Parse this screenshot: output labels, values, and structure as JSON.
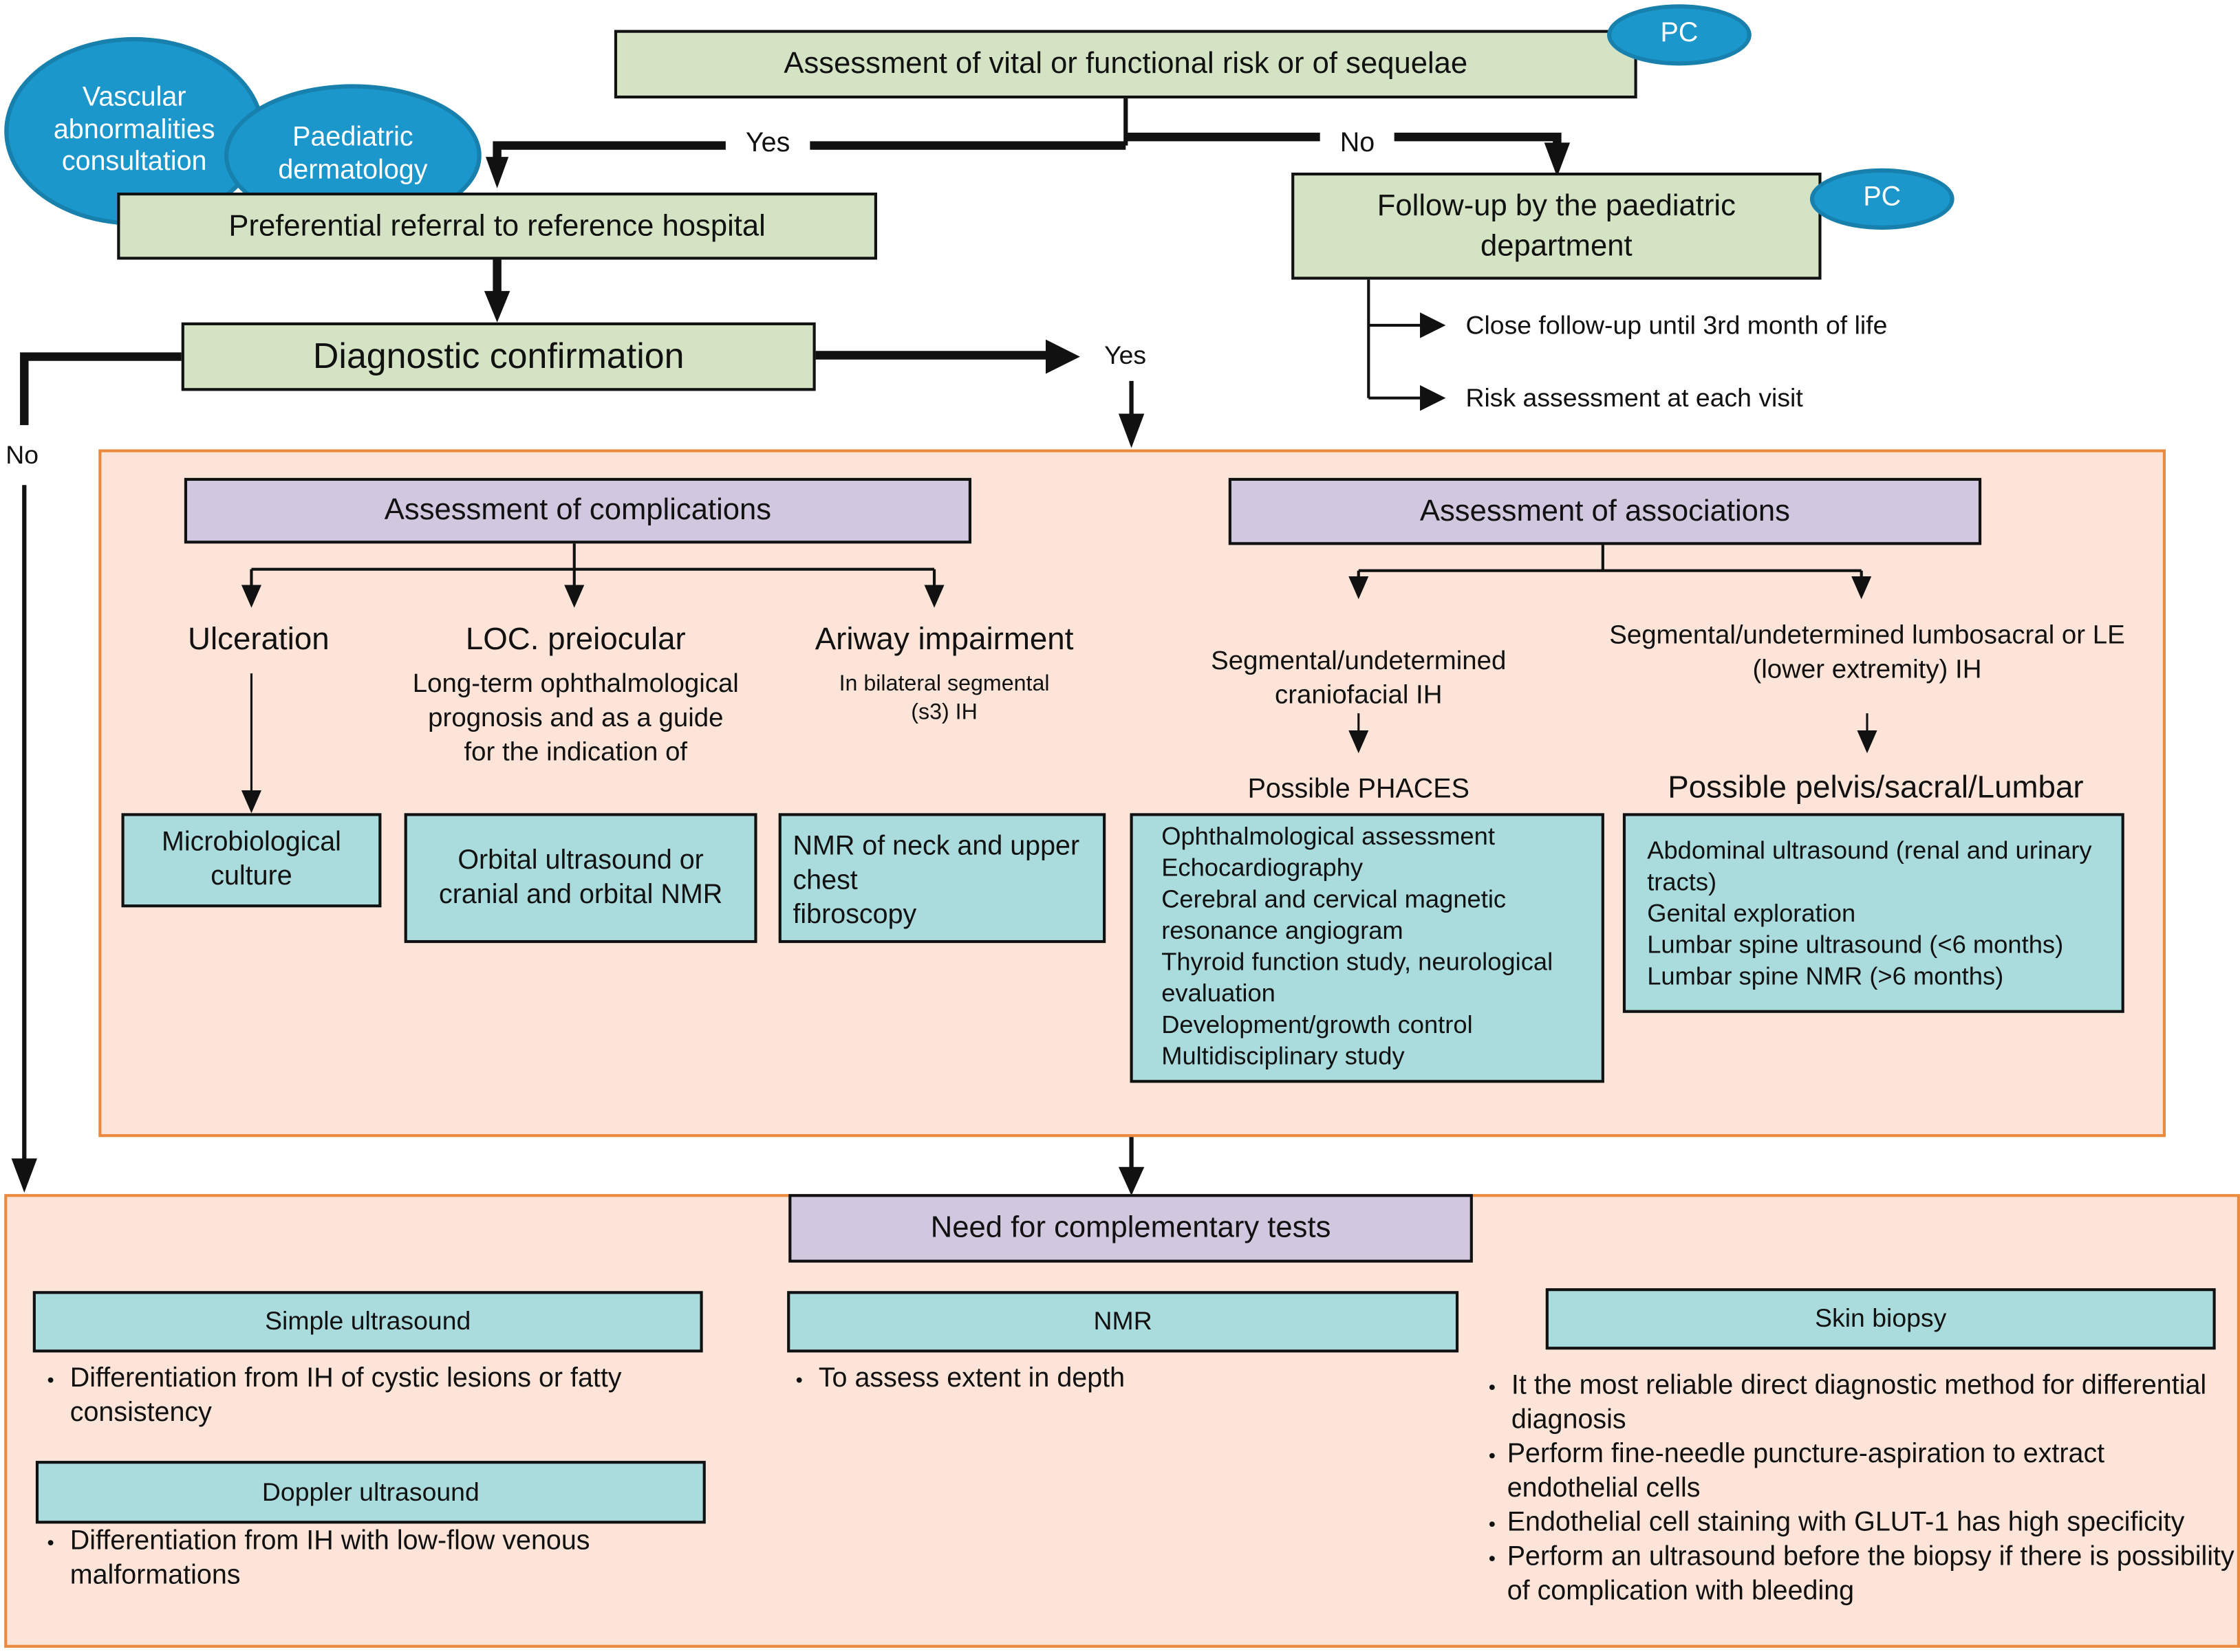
{
  "top": {
    "risk_assessment": "Assessment of vital or functional risk or of sequelae",
    "pc_badge_1": "PC",
    "pc_badge_2": "PC",
    "vascular_consult": "Vascular abnormalities consultation",
    "paed_derm": "Paediatric dermatology",
    "yes_label": "Yes",
    "no_label": "No",
    "referral": "Preferential referral to reference hospital",
    "followup": "Follow-up by the paediatric department",
    "followup_items": [
      "Close follow-up until 3rd month of life",
      "Risk assessment at each visit"
    ],
    "diagnostic": "Diagnostic confirmation",
    "diag_yes": "Yes",
    "diag_no": "No"
  },
  "complications": {
    "title": "Assessment of complications",
    "ulceration": {
      "heading": "Ulceration",
      "test": "Microbiological culture"
    },
    "preocular": {
      "heading": "LOC. preiocular",
      "desc": "Long-term ophthalmological prognosis and as a guide for the indication of",
      "test": "Orbital ultrasound or cranial and orbital NMR"
    },
    "airway": {
      "heading": "Ariway impairment",
      "desc": "In bilateral segmental (s3) IH",
      "test_lines": [
        "NMR of neck and upper",
        "chest",
        "fibroscopy"
      ]
    }
  },
  "associations": {
    "title": "Assessment of associations",
    "craniofacial": {
      "heading": "Segmental/undetermined craniofacial IH",
      "result": "Possible PHACES",
      "tests": [
        "Ophthalmological assessment",
        "Echocardiography",
        "Cerebral and cervical magnetic resonance angiogram",
        "Thyroid function study, neurological evaluation",
        "Development/growth control",
        "Multidisciplinary study"
      ]
    },
    "lumbosacral": {
      "heading": "Segmental/undetermined lumbosacral or LE (lower extremity) IH",
      "result": "Possible pelvis/sacral/Lumbar",
      "tests": [
        "Abdominal ultrasound (renal and urinary tracts)",
        "Genital exploration",
        "Lumbar spine ultrasound (<6 months)",
        "Lumbar spine NMR (>6 months)"
      ]
    }
  },
  "complementary": {
    "title": "Need for complementary tests",
    "simple_us": {
      "title": "Simple ultrasound",
      "bullets": [
        "Differentiation from IH of cystic lesions or fatty consistency"
      ]
    },
    "doppler_us": {
      "title": "Doppler ultrasound",
      "bullets": [
        "Differentiation from IH with low-flow venous malformations"
      ]
    },
    "nmr": {
      "title": "NMR",
      "bullets": [
        "To assess extent in depth"
      ]
    },
    "biopsy": {
      "title": "Skin biopsy",
      "bullets": [
        "It the most reliable direct diagnostic method for differential diagnosis",
        "Perform fine-needle puncture-aspiration to extract endothelial cells",
        "Endothelial cell staining with GLUT-1 has high specificity",
        "Perform an ultrasound before the biopsy if there is possibility of complication with bleeding"
      ]
    }
  },
  "colors": {
    "green_box": "#d3e3c4",
    "purple_box": "#d1c7df",
    "teal_box": "#abdcdd",
    "panel_fill": "#fde4d8",
    "panel_border": "#ea8a3e",
    "oval_fill": "#1b97cc"
  }
}
